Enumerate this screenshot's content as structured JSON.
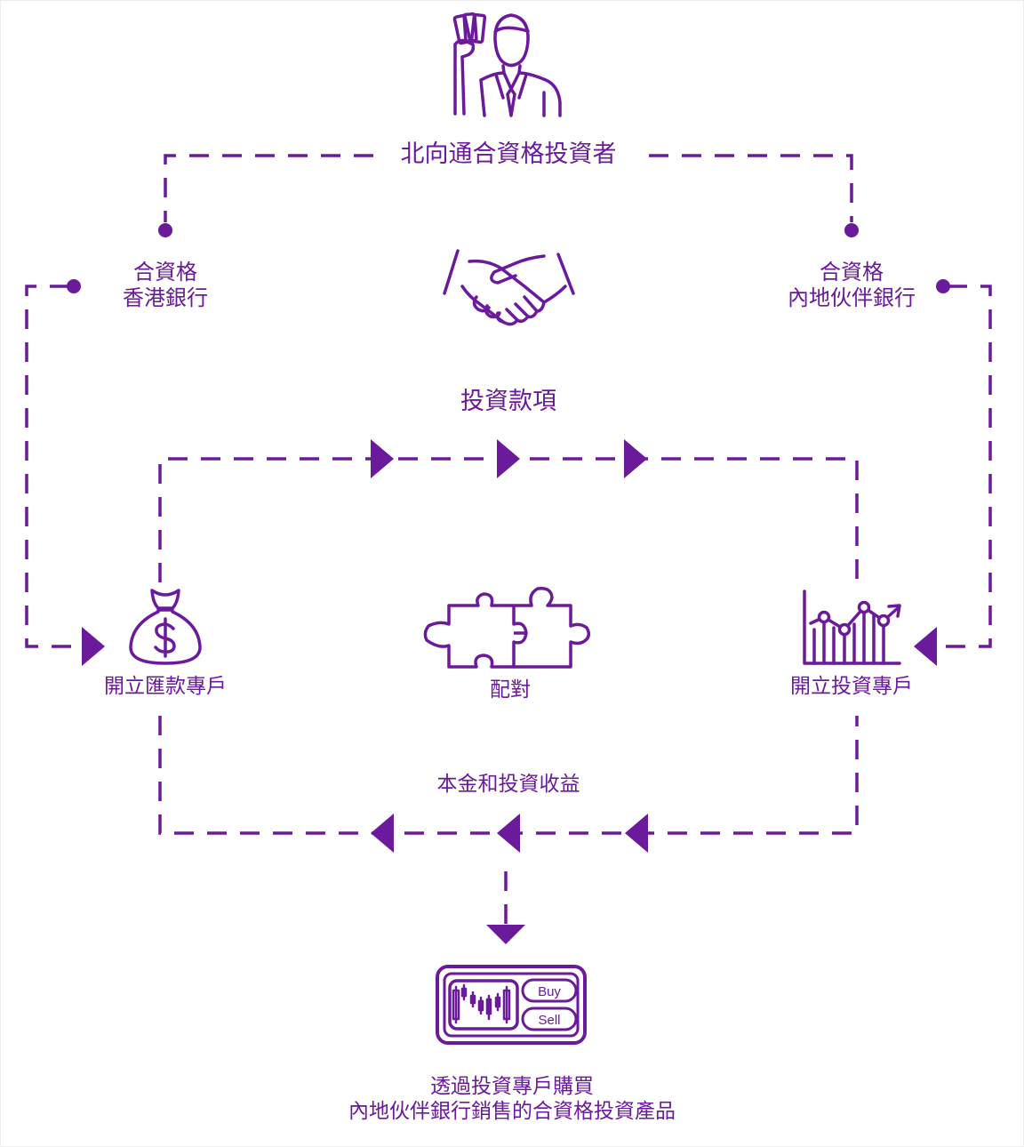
{
  "colors": {
    "accent": "#6a1a9a",
    "background": "#ffffff"
  },
  "nodes": {
    "investor": {
      "label": "北向通合資格投資者",
      "icon": "businessman-holding-cash-icon"
    },
    "hk_bank": {
      "line1": "合資格",
      "line2": "香港銀行"
    },
    "partner_bank": {
      "line1": "合資格",
      "line2": "內地伙伴銀行"
    },
    "agreement": {
      "icon": "handshake-icon"
    },
    "funds_flow": {
      "label": "投資款項"
    },
    "remittance_account": {
      "label": "開立匯款專戶",
      "icon": "money-bag-icon"
    },
    "matching": {
      "label": "配對",
      "icon": "puzzle-pieces-icon"
    },
    "investment_account": {
      "label": "開立投資專戶",
      "icon": "growth-chart-icon"
    },
    "return_flow": {
      "label": "本金和投資收益"
    },
    "trading_panel": {
      "icon": "trading-panel-icon",
      "buy_label": "Buy",
      "sell_label": "Sell"
    },
    "purchase": {
      "line1": "透過投資專戶購買",
      "line2": "內地伙伴銀行銷售的合資格投資產品"
    }
  }
}
